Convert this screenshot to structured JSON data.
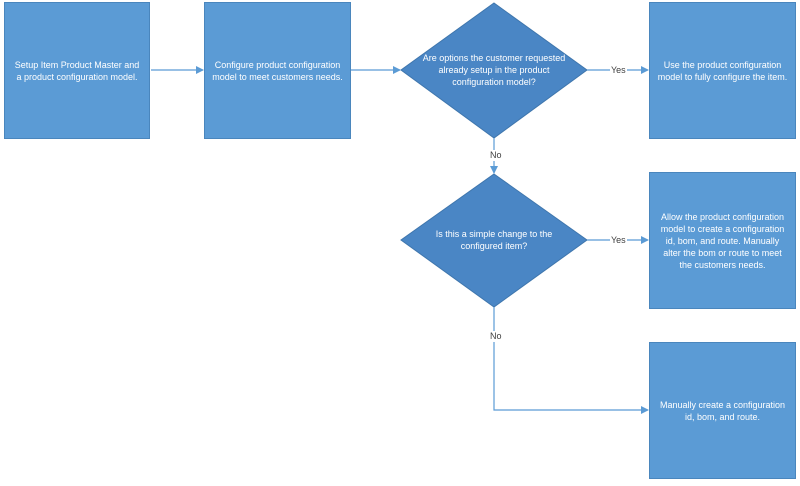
{
  "colors": {
    "shape_fill": "#5b9bd5",
    "diamond_fill": "#4a86c5",
    "connector": "#5b9bd5",
    "text": "#ffffff",
    "label_text": "#404040"
  },
  "nodes": {
    "setup": "Setup Item Product Master and a product configuration model.",
    "configure": "Configure product configuration model to meet customers needs.",
    "decision_options": "Are options the customer requested already setup in the product configuration model?",
    "use_model": "Use the product configuration model to fully configure the item.",
    "decision_simple": "Is this a simple change to the configured item?",
    "allow_model": "Allow the product configuration model to create a configuration id, bom, and route.  Manually alter the bom or route to meet the customers needs.",
    "manual_create": "Manually create a configuration id, bom, and route."
  },
  "edges": {
    "yes_1": "Yes",
    "no_1": "No",
    "yes_2": "Yes",
    "no_2": "No"
  }
}
